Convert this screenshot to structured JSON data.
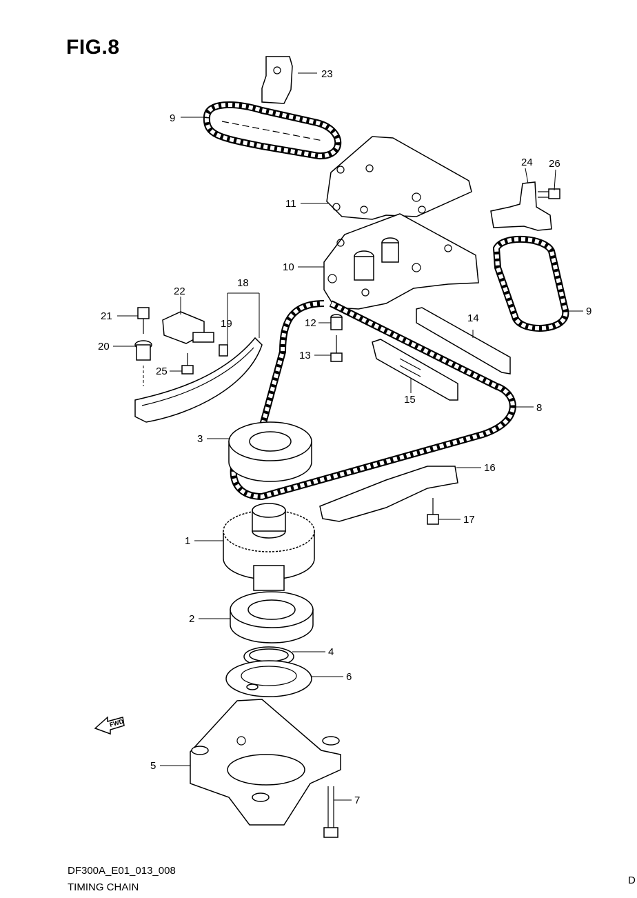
{
  "figure": {
    "title": "FIG.8"
  },
  "footer": {
    "code": "DF300A_E01_013_008",
    "name": "TIMING CHAIN",
    "corner_mark": "D"
  },
  "orientation_arrow": {
    "label": "FWD"
  },
  "callouts": {
    "p1": "1",
    "p2": "2",
    "p3": "3",
    "p4": "4",
    "p5": "5",
    "p6": "6",
    "p7": "7",
    "p8": "8",
    "p9a": "9",
    "p9b": "9",
    "p10": "10",
    "p11": "11",
    "p12": "12",
    "p13": "13",
    "p14": "14",
    "p15": "15",
    "p16": "16",
    "p17": "17",
    "p18": "18",
    "p19": "19",
    "p20": "20",
    "p21": "21",
    "p22": "22",
    "p23": "23",
    "p24": "24",
    "p25": "25",
    "p26": "26"
  }
}
